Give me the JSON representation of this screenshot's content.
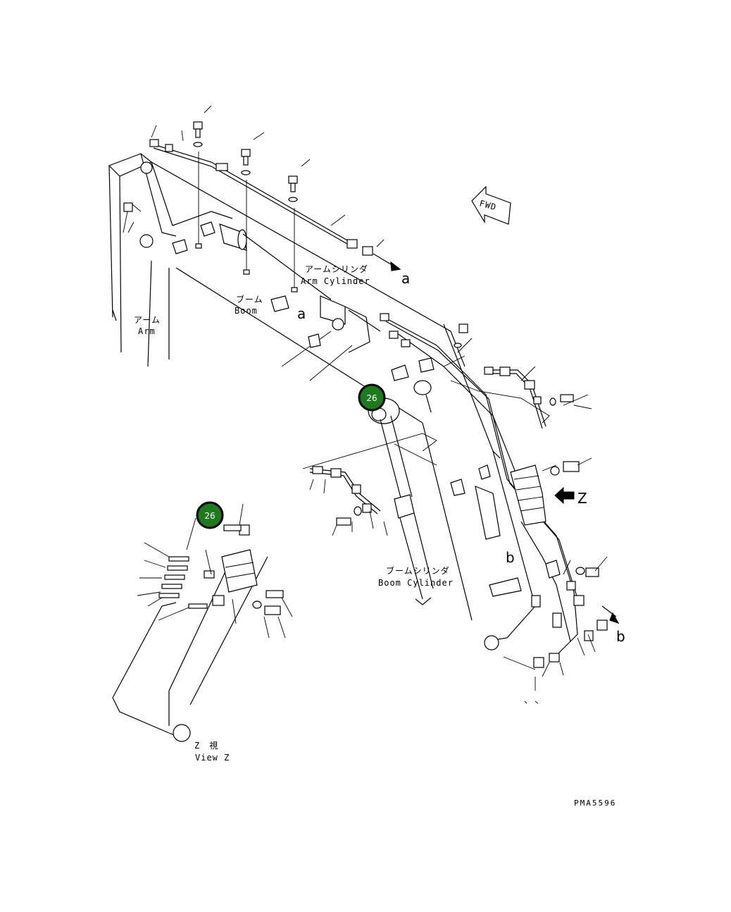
{
  "labels": {
    "arm_cylinder_jp": "アームシリンダ",
    "arm_cylinder_en": "Arm Cylinder",
    "boom_jp": "ブーム",
    "boom_en": "Boom",
    "arm_jp": "アーム",
    "arm_en": "Arm",
    "boom_cylinder_jp": "ブームシリンダ",
    "boom_cylinder_en": "Boom Cylinder",
    "view_z_jp": "Z　視",
    "view_z_en": "View Z",
    "fwd": "FWD",
    "marker_a": "a",
    "marker_b": "b",
    "marker_z": "Z",
    "drawing_code": "PMA5596"
  },
  "callouts": [
    {
      "number": "26",
      "color": "#1e7a1e"
    },
    {
      "number": "26",
      "color": "#1e7a1e"
    }
  ]
}
